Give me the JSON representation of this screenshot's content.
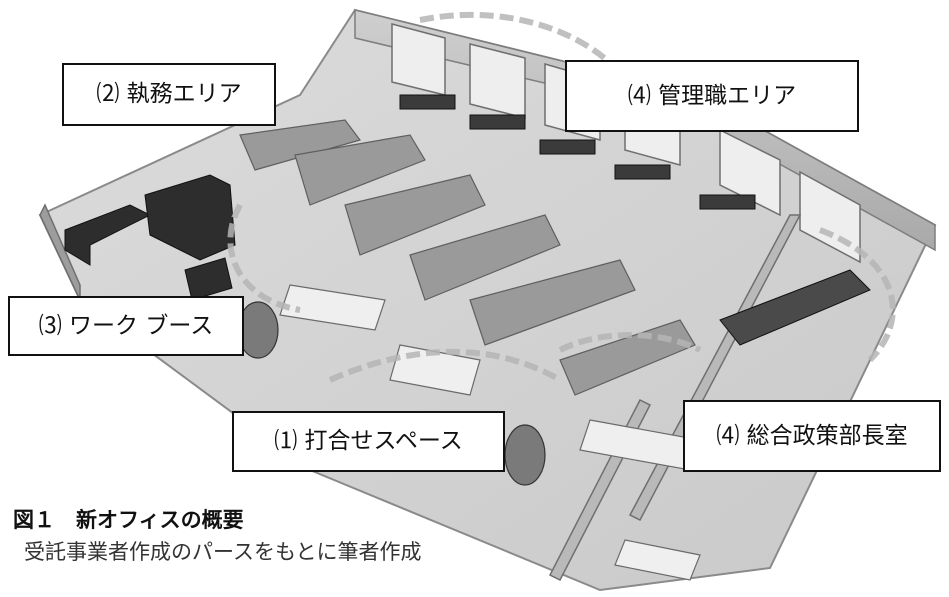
{
  "labels": {
    "work_area": "⑵ 執務エリア",
    "management_area": "⑷ 管理職エリア",
    "work_booth": "⑶ ワーク ブース",
    "meeting_space": "⑴ 打合せスペース",
    "director_room": "⑷ 総合政策部長室"
  },
  "caption": {
    "title": "図１　新オフィスの概要",
    "subtitle": "受託事業者作成のパースをもとに筆者作成"
  }
}
